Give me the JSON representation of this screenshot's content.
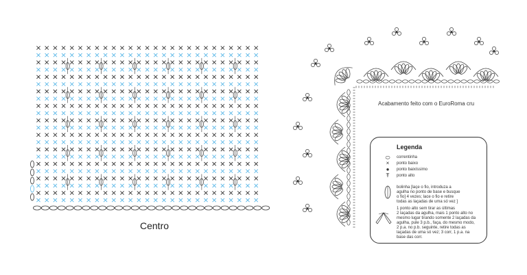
{
  "center_label": "Centro",
  "finish_label": "Acabamento feito com o EuroRoma cru",
  "legend": {
    "title": "Legenda",
    "items": [
      {
        "icon": "chain-stitch-icon",
        "text": "correntinha"
      },
      {
        "icon": "single-crochet-icon",
        "text": "ponto baixo"
      },
      {
        "icon": "slip-stitch-icon",
        "text": "ponto baixíssimo"
      },
      {
        "icon": "double-crochet-icon",
        "text": "ponto alto"
      },
      {
        "icon": "bobble-stitch-icon",
        "lines": [
          "bolinha [laçe o fio, introduza a",
          "agulha no ponto de base e busque",
          "o fio] 4 vezes; lace o fio e retire",
          "todas as laçadas de uma só vez ]"
        ]
      },
      {
        "icon": "cluster-stitch-icon",
        "lines": [
          "1 ponto alto sem tirar as últimas",
          "2 laçadas da agulha,  mais 1 ponto alto no",
          "mesmo lugar tirando somente 2 laçadas da",
          "agulha, pule 3 p.b., faça, do mesmo modo,",
          "2 p.a. no p.b. seguinte, retire todas as",
          "laçadas de uma só vez; 3 corr, 1 p.a. na",
          "base das corr."
        ]
      }
    ]
  },
  "colors": {
    "stitch_dark": "#333333",
    "stitch_blue": "#5bb8e8",
    "border_gray": "#bdbdbd"
  }
}
